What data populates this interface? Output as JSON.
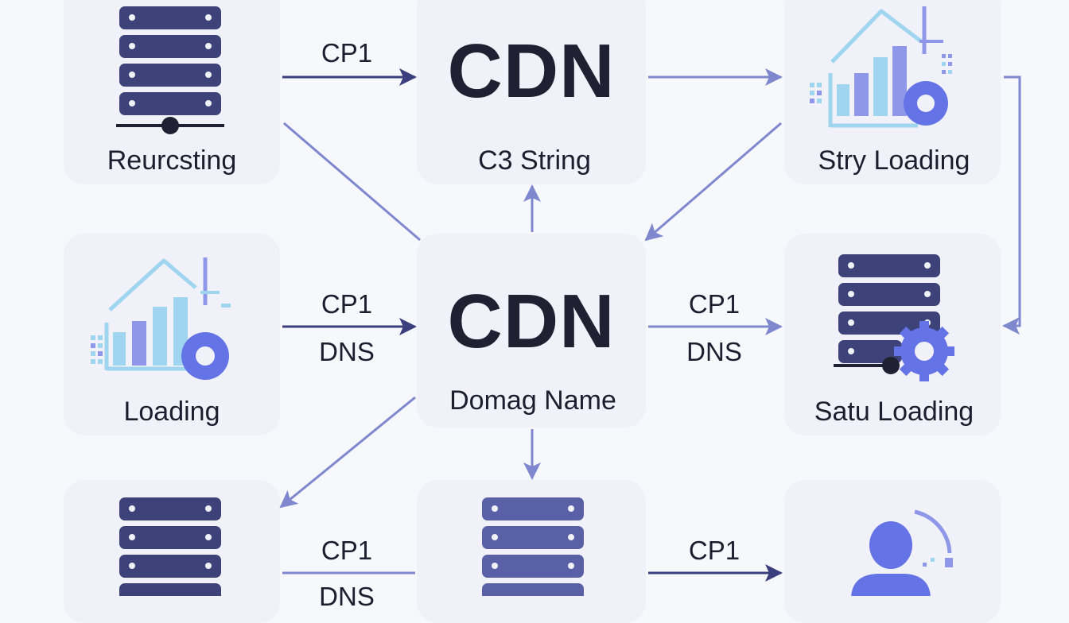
{
  "nodes": {
    "top_left": {
      "label": "Reurcsting",
      "icon": "server-rack-icon"
    },
    "top_center": {
      "title": "CDN",
      "label": "C3 String"
    },
    "top_right": {
      "label": "Stry Loading",
      "icon": "analytics-chart-gear-icon"
    },
    "mid_left": {
      "label": "Loading",
      "icon": "analytics-chart-gear-icon"
    },
    "mid_center": {
      "title": "CDN",
      "label": "Domag Name"
    },
    "mid_right": {
      "label": "Satu Loading",
      "icon": "server-rack-gear-icon"
    },
    "bottom_left": {
      "icon": "server-rack-icon"
    },
    "bottom_center": {
      "icon": "server-rack-icon"
    },
    "bottom_right": {
      "icon": "user-avatar-icon"
    }
  },
  "edge_labels": {
    "top_left_to_top_center": "CP1",
    "mid_left_to_mid_center": [
      "CP1",
      "DNS"
    ],
    "mid_center_to_mid_right": [
      "CP1",
      "DNS"
    ],
    "bottom_left_to_bottom_center": [
      "CP1",
      "DNS"
    ],
    "bottom_center_to_bottom_right": "CP1"
  },
  "colors": {
    "server_dark": "#3d4278",
    "arrow": "#7f88cf",
    "arrow_dark": "#3b3f7e",
    "chart_light": "#9fd5ef",
    "chart_mid": "#8f98e8",
    "gear": "#6473e6",
    "text": "#1c1d2e"
  }
}
